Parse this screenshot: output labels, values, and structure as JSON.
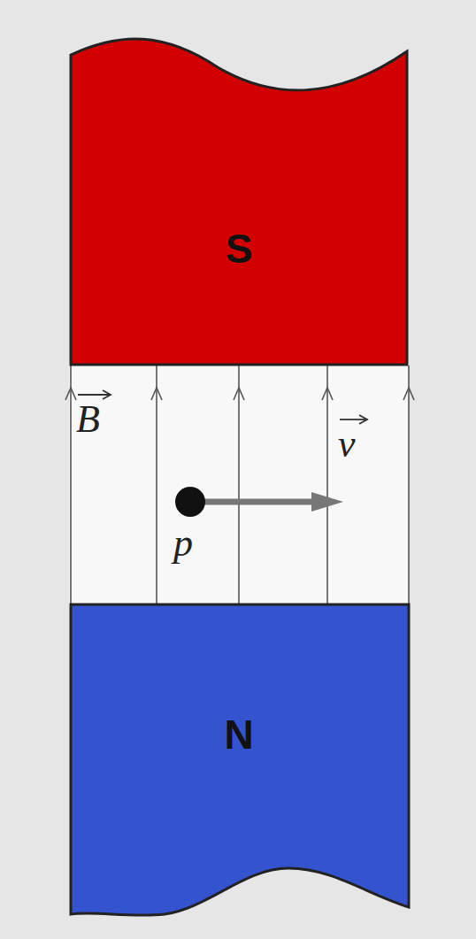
{
  "diagram": {
    "nodes": [
      {
        "text": [
          "S"
        ]
      },
      {
        "text": [
          "N"
        ]
      }
    ],
    "labels": [
      "B",
      "v",
      "p"
    ]
  }
}
